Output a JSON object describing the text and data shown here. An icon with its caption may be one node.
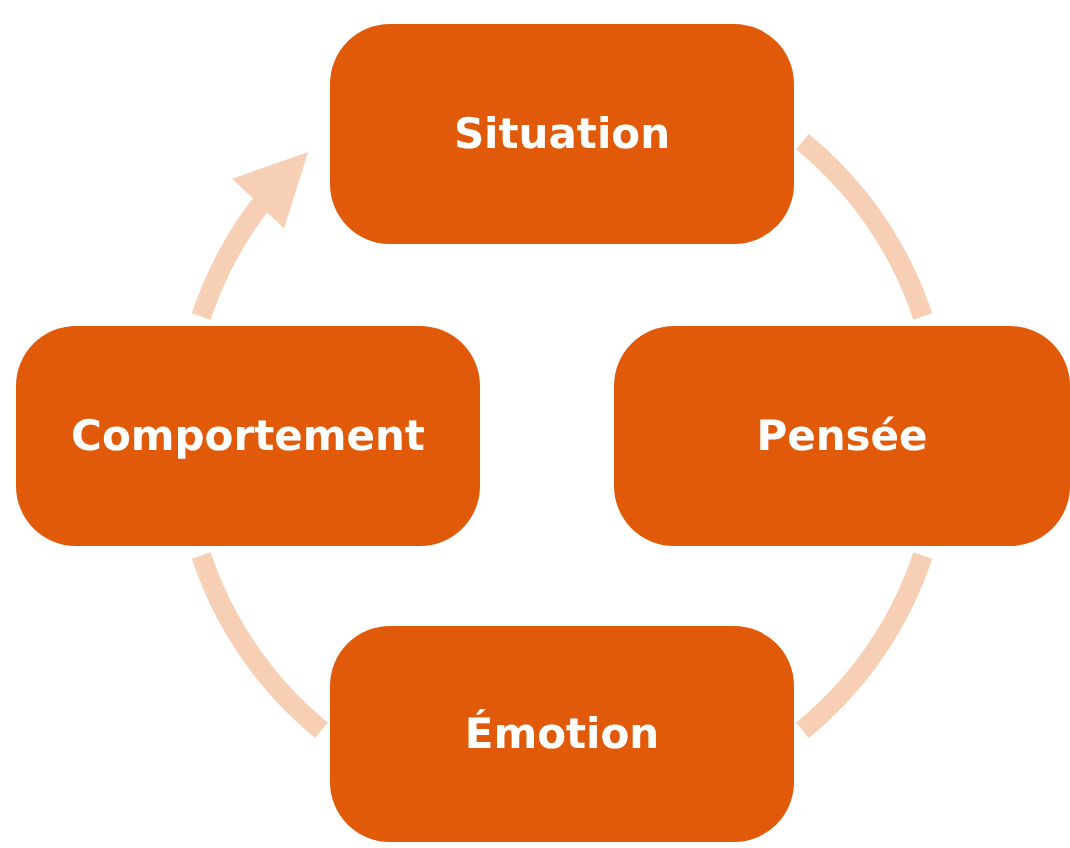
{
  "diagram": {
    "nodes": [
      {
        "text": [
          "Situation"
        ]
      },
      {
        "text": [
          "Pensée"
        ]
      },
      {
        "text": [
          "Émotion"
        ]
      },
      {
        "text": [
          "Comportement"
        ]
      }
    ],
    "edges": [
      {
        "from": 0,
        "to": 1,
        "arrow": "none"
      },
      {
        "from": 1,
        "to": 2,
        "arrow": "none"
      },
      {
        "from": 2,
        "to": 3,
        "arrow": "none"
      },
      {
        "from": 3,
        "to": 0,
        "arrow": "to"
      }
    ]
  }
}
